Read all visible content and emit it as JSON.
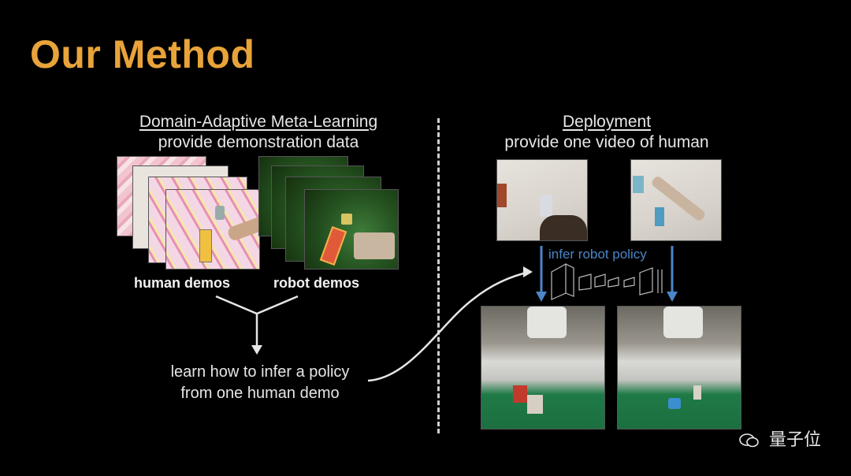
{
  "slide": {
    "title": "Our Method",
    "left_section": {
      "heading": "Domain-Adaptive Meta-Learning",
      "subheading": "provide demonstration data",
      "human_label": "human demos",
      "robot_label": "robot demos",
      "learn_line1": "learn how to infer a policy",
      "learn_line2": "from one human demo"
    },
    "right_section": {
      "heading": "Deployment",
      "subheading": "provide one video of human",
      "infer_label": "infer robot policy"
    },
    "watermark": "量子位"
  },
  "colors": {
    "title": "#e8a33a",
    "infer_blue": "#4a86c8",
    "background": "#000000"
  }
}
